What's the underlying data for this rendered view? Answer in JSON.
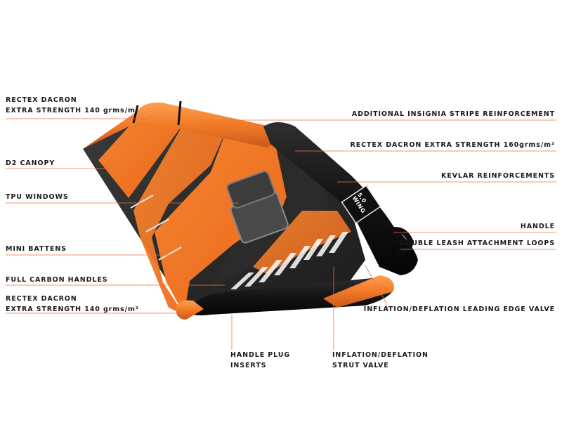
{
  "labels": {
    "rectex_top": [
      "RECTEX DACRON",
      "EXTRA STRENGTH 140 grms/m²"
    ],
    "d2_canopy": "D2 CANOPY",
    "tpu_windows": "TPU WINDOWS",
    "mini_battens": "MINI BATTENS",
    "full_carbon_handles": "FULL CARBON HANDLES",
    "rectex_bottom": [
      "RECTEX DACRON",
      "EXTRA STRENGTH 140 grms/m²"
    ],
    "insignia_stripe": "ADDITIONAL INSIGNIA STRIPE REINFORCEMENT",
    "rectex_160": "RECTEX DACRON EXTRA STRENGTH 160grms/m²",
    "kevlar": "KEVLAR REINFORCEMENTS",
    "handle": "HANDLE",
    "leash_loops": "DOUBLE LEASH ATTACHMENT LOOPS",
    "le_valve": "INFLATION/DEFLATION LEADING EDGE VALVE",
    "handle_plug": [
      "HANDLE PLUG",
      "INSERTS"
    ],
    "strut_valve": [
      "INFLATION/DEFLATION",
      "STRUT VALVE"
    ]
  },
  "product_mark": [
    "5.0",
    "WING"
  ],
  "colors": {
    "accent": "#f0703a",
    "canopy_orange": "#f07a26",
    "canopy_dark": "#2a2a2a",
    "leading_edge_black": "#111111",
    "text": "#1a1a1a"
  }
}
